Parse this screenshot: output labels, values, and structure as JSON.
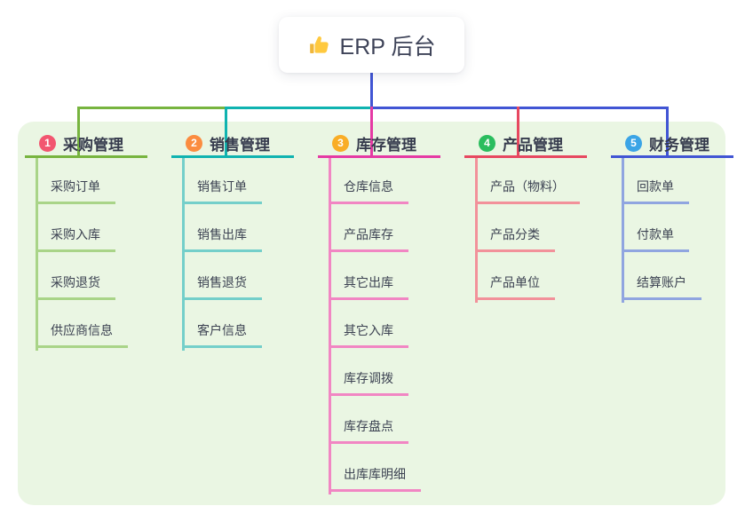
{
  "root": {
    "icon": "thumbs-up-icon",
    "label": "ERP 后台"
  },
  "branches": [
    {
      "badge": "1",
      "label": "采购管理",
      "badge_color": "#F25670",
      "line_color": "#77B43F",
      "child_line_color": "#A9D488",
      "children": [
        "采购订单",
        "采购入库",
        "采购退货",
        "供应商信息"
      ]
    },
    {
      "badge": "2",
      "label": "销售管理",
      "badge_color": "#FB8C40",
      "line_color": "#10B3B0",
      "child_line_color": "#74CFCA",
      "children": [
        "销售订单",
        "销售出库",
        "销售退货",
        "客户信息"
      ]
    },
    {
      "badge": "3",
      "label": "库存管理",
      "badge_color": "#F9AD26",
      "line_color": "#E53AA4",
      "child_line_color": "#F186C3",
      "children": [
        "仓库信息",
        "产品库存",
        "其它出库",
        "其它入库",
        "库存调拨",
        "库存盘点",
        "出库库明细"
      ]
    },
    {
      "badge": "4",
      "label": "产品管理",
      "badge_color": "#2ABD5E",
      "line_color": "#E74860",
      "child_line_color": "#F2919A",
      "children": [
        "产品（物料）",
        "产品分类",
        "产品单位"
      ]
    },
    {
      "badge": "5",
      "label": "财务管理",
      "badge_color": "#3BA4E6",
      "line_color": "#4155D4",
      "child_line_color": "#90A5E0",
      "children": [
        "回款单",
        "付款单",
        "结算账户"
      ]
    }
  ],
  "colors": {
    "page_bg": "#FFFFFF",
    "panel_bg": "#EAF6E3",
    "text": "#3A3F50",
    "root_connector": "#4155D4"
  }
}
